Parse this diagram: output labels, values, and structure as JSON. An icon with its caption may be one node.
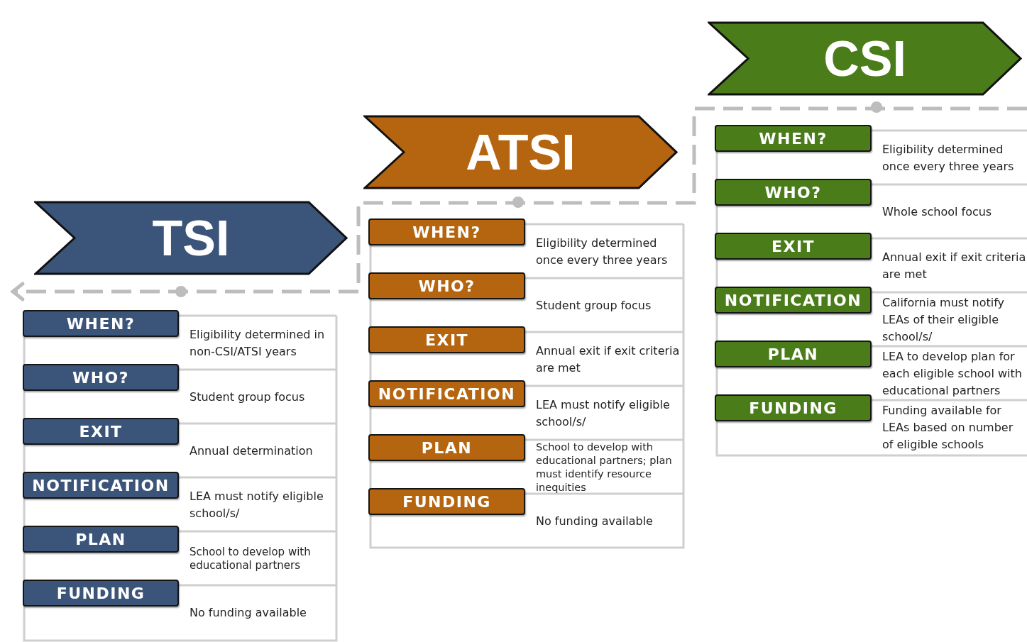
{
  "diagram": {
    "nodes": [
      {
        "text": [
          "TSI"
        ]
      },
      {
        "text": [
          "WHEN?"
        ],
        "beside": [
          "Eligibility determined in non-CSI/ATSI years"
        ]
      },
      {
        "text": [
          "WHO?"
        ],
        "beside": [
          "Student group focus"
        ]
      },
      {
        "text": [
          "EXIT"
        ],
        "beside": [
          "Annual determination"
        ]
      },
      {
        "text": [
          "NOTIFICATION"
        ],
        "beside": [
          "LEA must notify eligible school/s/"
        ]
      },
      {
        "text": [
          "PLAN"
        ],
        "beside": [
          "School to develop with educational partners"
        ]
      },
      {
        "text": [
          "FUNDING"
        ],
        "beside": [
          "No funding available"
        ]
      },
      {
        "text": [
          "ATSI"
        ]
      },
      {
        "text": [
          "WHEN?"
        ],
        "beside": [
          "Eligibility determined once every three years"
        ]
      },
      {
        "text": [
          "WHO?"
        ],
        "beside": [
          "Student group focus"
        ]
      },
      {
        "text": [
          "EXIT"
        ],
        "beside": [
          "Annual exit if exit criteria are met"
        ]
      },
      {
        "text": [
          "NOTIFICATION"
        ],
        "beside": [
          "LEA must notify eligible school/s/"
        ]
      },
      {
        "text": [
          "PLAN"
        ],
        "beside": [
          "School to develop with educational partners; plan must identify resource inequities"
        ]
      },
      {
        "text": [
          "FUNDING"
        ],
        "beside": [
          "No funding available"
        ]
      },
      {
        "text": [
          "CSI"
        ]
      },
      {
        "text": [
          "WHEN?"
        ],
        "beside": [
          "Eligibility determined once every three years"
        ]
      },
      {
        "text": [
          "WHO?"
        ],
        "beside": [
          "Whole school focus"
        ]
      },
      {
        "text": [
          "EXIT"
        ],
        "beside": [
          "Annual exit if exit criteria are met"
        ]
      },
      {
        "text": [
          "NOTIFICATION"
        ],
        "beside": [
          "California must notify LEAs of their eligible school/s/"
        ]
      },
      {
        "text": [
          "PLAN"
        ],
        "beside": [
          "LEA to develop plan for each eligible school with educational partners"
        ]
      },
      {
        "text": [
          "FUNDING"
        ],
        "beside": [
          "Funding available for LEAs based on number of eligible schools"
        ]
      }
    ],
    "edges": []
  }
}
